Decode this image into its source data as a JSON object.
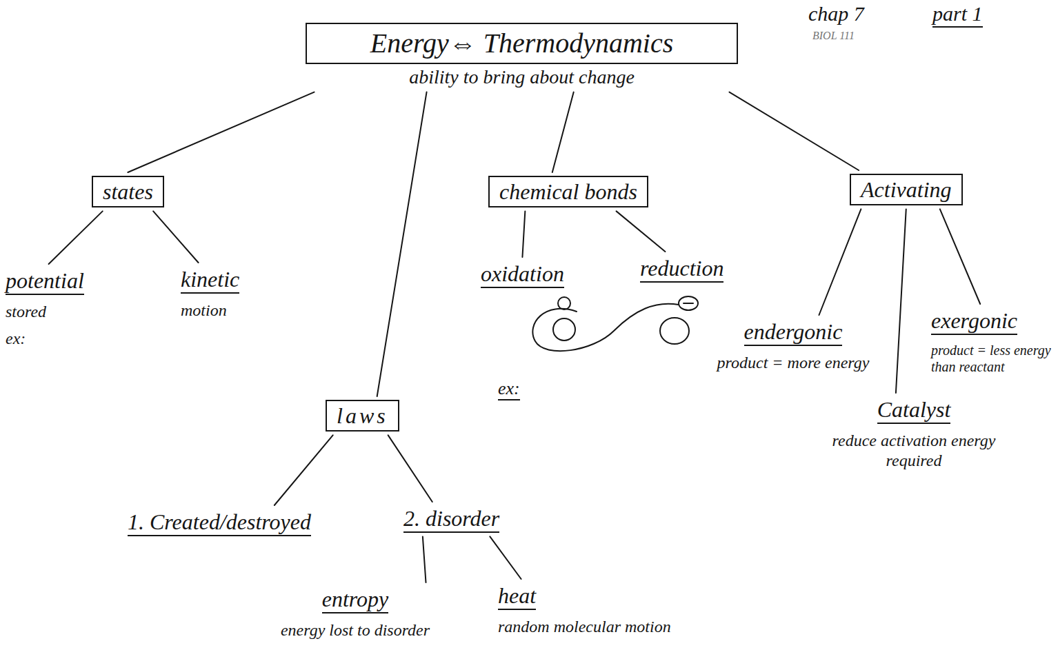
{
  "diagram": {
    "nodes": [
      {
        "text": [
          "Energy⇔ Thermodynamics",
          "ability to bring about change"
        ]
      },
      {
        "text": [
          "states"
        ]
      },
      {
        "text": [
          "chemical bonds"
        ]
      },
      {
        "text": [
          "Activating"
        ]
      },
      {
        "text": [
          "potential",
          "stored",
          "ex:"
        ]
      },
      {
        "text": [
          "kinetic",
          "motion"
        ]
      },
      {
        "text": [
          "oxidation"
        ]
      },
      {
        "text": [
          "reduction"
        ]
      },
      {
        "text": [
          "endergonic",
          "product = more energy"
        ]
      },
      {
        "text": [
          "exergonic",
          "product = less energy than reactant"
        ]
      },
      {
        "text": [
          "laws"
        ]
      },
      {
        "text": [
          "Catalyst",
          "reduce activation energy required"
        ]
      },
      {
        "text": [
          "1. Created/destroyed"
        ]
      },
      {
        "text": [
          "2. disorder"
        ]
      },
      {
        "text": [
          "entropy",
          "energy lost to disorder"
        ]
      },
      {
        "text": [
          "heat",
          "random molecular motion"
        ]
      }
    ],
    "edges": [
      {
        "from": 0,
        "to": 1,
        "arrow": "none"
      },
      {
        "from": 0,
        "to": 10,
        "arrow": "none"
      },
      {
        "from": 0,
        "to": 2,
        "arrow": "none"
      },
      {
        "from": 0,
        "to": 3,
        "arrow": "none"
      },
      {
        "from": 1,
        "to": 4,
        "arrow": "none"
      },
      {
        "from": 1,
        "to": 5,
        "arrow": "none"
      },
      {
        "from": 2,
        "to": 6,
        "arrow": "none"
      },
      {
        "from": 2,
        "to": 7,
        "arrow": "none"
      },
      {
        "from": 3,
        "to": 8,
        "arrow": "none"
      },
      {
        "from": 3,
        "to": 11,
        "arrow": "none"
      },
      {
        "from": 3,
        "to": 9,
        "arrow": "none"
      },
      {
        "from": 10,
        "to": 12,
        "arrow": "none"
      },
      {
        "from": 10,
        "to": 13,
        "arrow": "none"
      },
      {
        "from": 13,
        "to": 14,
        "arrow": "none"
      },
      {
        "from": 13,
        "to": 15,
        "arrow": "none"
      }
    ],
    "labels": [
      "chap 7",
      "part 1",
      "BIOL 111",
      "ex:"
    ]
  }
}
